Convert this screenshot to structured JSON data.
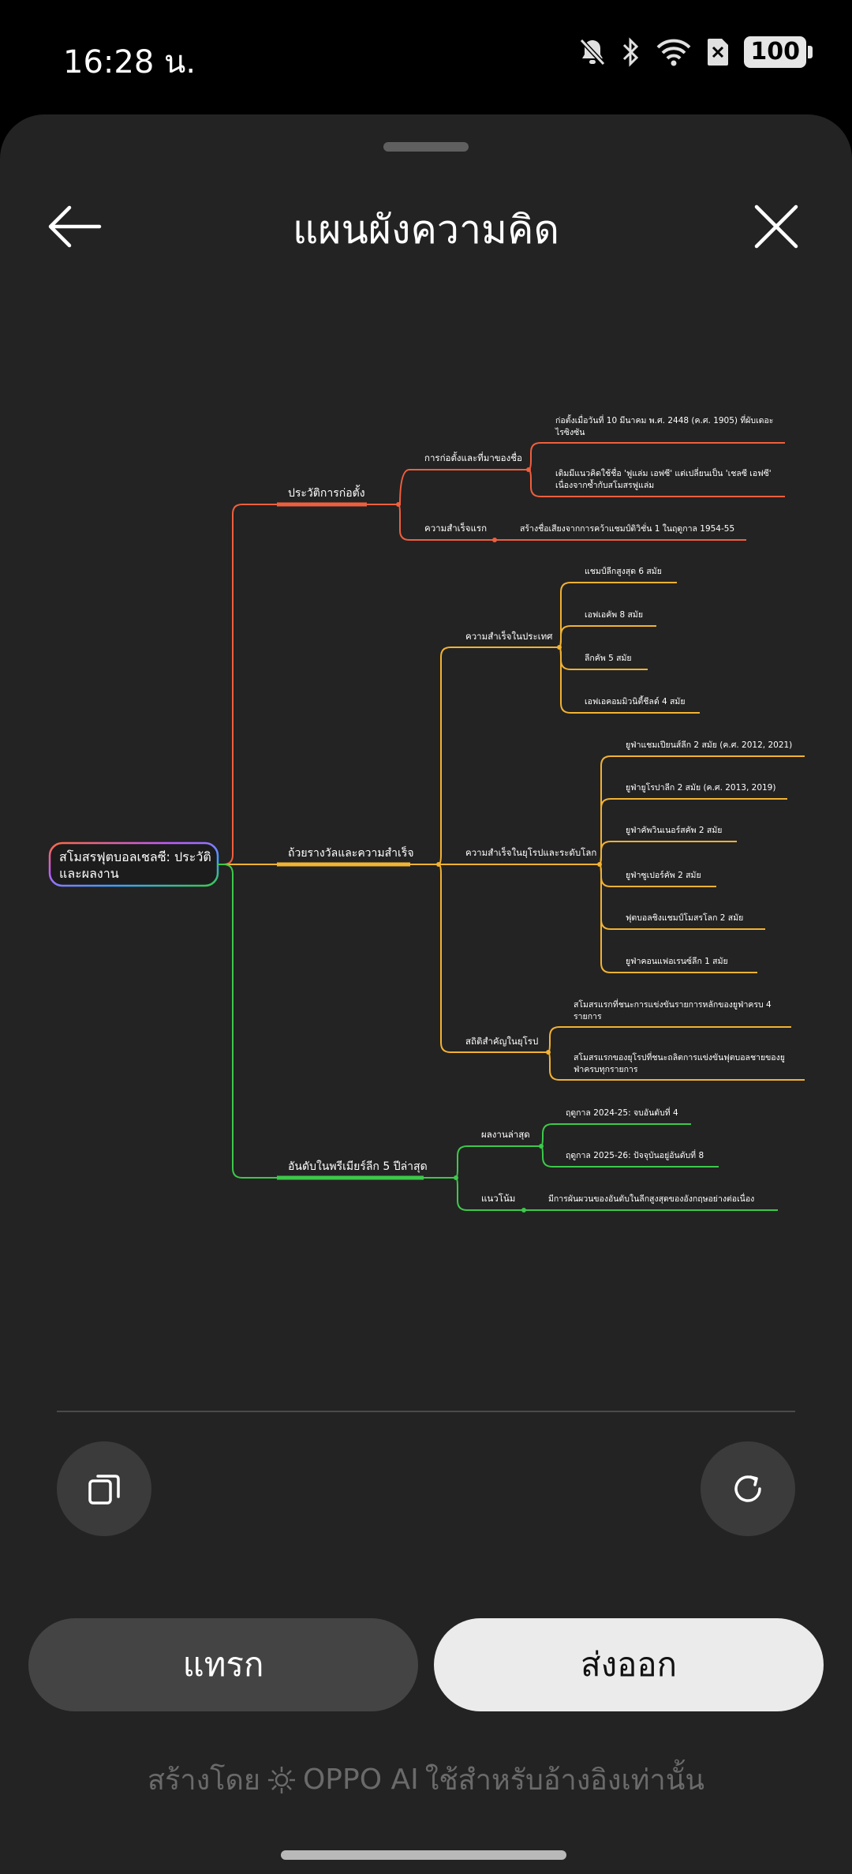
{
  "status_bar": {
    "time": "16:28 น.",
    "battery": "100",
    "icons": [
      "mute-icon",
      "bluetooth-icon",
      "wifi-icon",
      "no-sim-icon",
      "battery-icon"
    ]
  },
  "header": {
    "title": "แผนผังความคิด",
    "back_icon": "arrow-left-icon",
    "close_icon": "close-icon"
  },
  "mindmap": {
    "root": "สโมสรฟุตบอลเชลซี: ประวัติ และผลงาน",
    "root_lines": [
      "สโมสรฟุตบอลเชลซี: ประวัติ",
      "และผลงาน"
    ],
    "branches": {
      "history": {
        "label": "ประวัติการก่อตั้ง",
        "color": "#ef5f3e",
        "founding": "การก่อตั้งและที่มาของชื่อ",
        "founding_items": [
          [
            "ก่อตั้งเมื่อวันที่ 10 มีนาคม พ.ศ. 2448 (ค.ศ. 1905) ที่ผับเดอะ",
            "ไรซิงซัน"
          ],
          [
            "เดิมมีแนวคิดใช้ชื่อ 'ฟูแล่ม เอฟซี' แต่เปลี่ยนเป็น 'เชลซี เอฟซี'",
            "เนื่องจากซ้ำกับสโมสรฟูแล่ม"
          ]
        ],
        "first_success": "ความสำเร็จแรก",
        "first_success_item": "สร้างชื่อเสียงจากการคว้าแชมป์ดิวิชั่น 1 ในฤดูกาล 1954-55"
      },
      "trophies": {
        "label": "ถ้วยรางวัลและความสำเร็จ",
        "color": "#f2b233",
        "domestic": "ความสำเร็จในประเทศ",
        "domestic_items": [
          "แชมป์ลีกสูงสุด 6 สมัย",
          "เอฟเอคัพ 8 สมัย",
          "ลีกคัพ 5 สมัย",
          "เอฟเอคอมมิวนิตี้ชีลด์ 4 สมัย"
        ],
        "europe": "ความสำเร็จในยุโรปและระดับโลก",
        "europe_items": [
          "ยูฟ่าแชมเปียนส์ลีก 2 สมัย (ค.ศ. 2012, 2021)",
          "ยูฟ่ายูโรปาลีก 2 สมัย (ค.ศ. 2013, 2019)",
          "ยูฟ่าคัพวินเนอร์สคัพ 2 สมัย",
          "ยูฟ่าซูเปอร์คัพ 2 สมัย",
          "ฟุตบอลชิงแชมป์โมสรโลก 2 สมัย",
          "ยูฟ่าคอนแฟอเรนซ์ลีก 1 สมัย"
        ],
        "stats": "สถิติสำคัญในยุโรป",
        "stats_items": [
          [
            "สโมสรแรกที่ชนะการแข่งขันรายการหลักของยูฟ่าครบ 4",
            "รายการ"
          ],
          [
            "สโมสรแรกของยุโรปที่ชนะถลิตการแข่งขันฟุตบอลชายของยู",
            "ฟ่าครบทุกรายการ"
          ]
        ]
      },
      "league": {
        "label": "อันดับในพรีเมียร์ลีก 5 ปีล่าสุด",
        "color": "#3cc94a",
        "recent": "ผลงานล่าสุด",
        "recent_items": [
          "ฤดูกาล 2024-25: จบอันดับที่ 4",
          "ฤดูกาล 2025-26: ปัจจุบันอยู่อันดับที่ 8"
        ],
        "trend": "แนวโน้ม",
        "trend_item": "มีการผันผวนของอันดับในลีกสูงสุดของอังกฤษอย่างต่อเนื่อง"
      }
    }
  },
  "actions": {
    "copy_icon": "copy-icon",
    "refresh_icon": "refresh-icon",
    "insert_label": "แทรก",
    "export_label": "ส่งออก"
  },
  "footer": {
    "prefix": "สร้างโดย",
    "brand": "OPPO AI",
    "suffix": "ใช้สำหรับอ้างอิงเท่านั้น",
    "brand_icon": "oppo-ai-logo-icon"
  }
}
